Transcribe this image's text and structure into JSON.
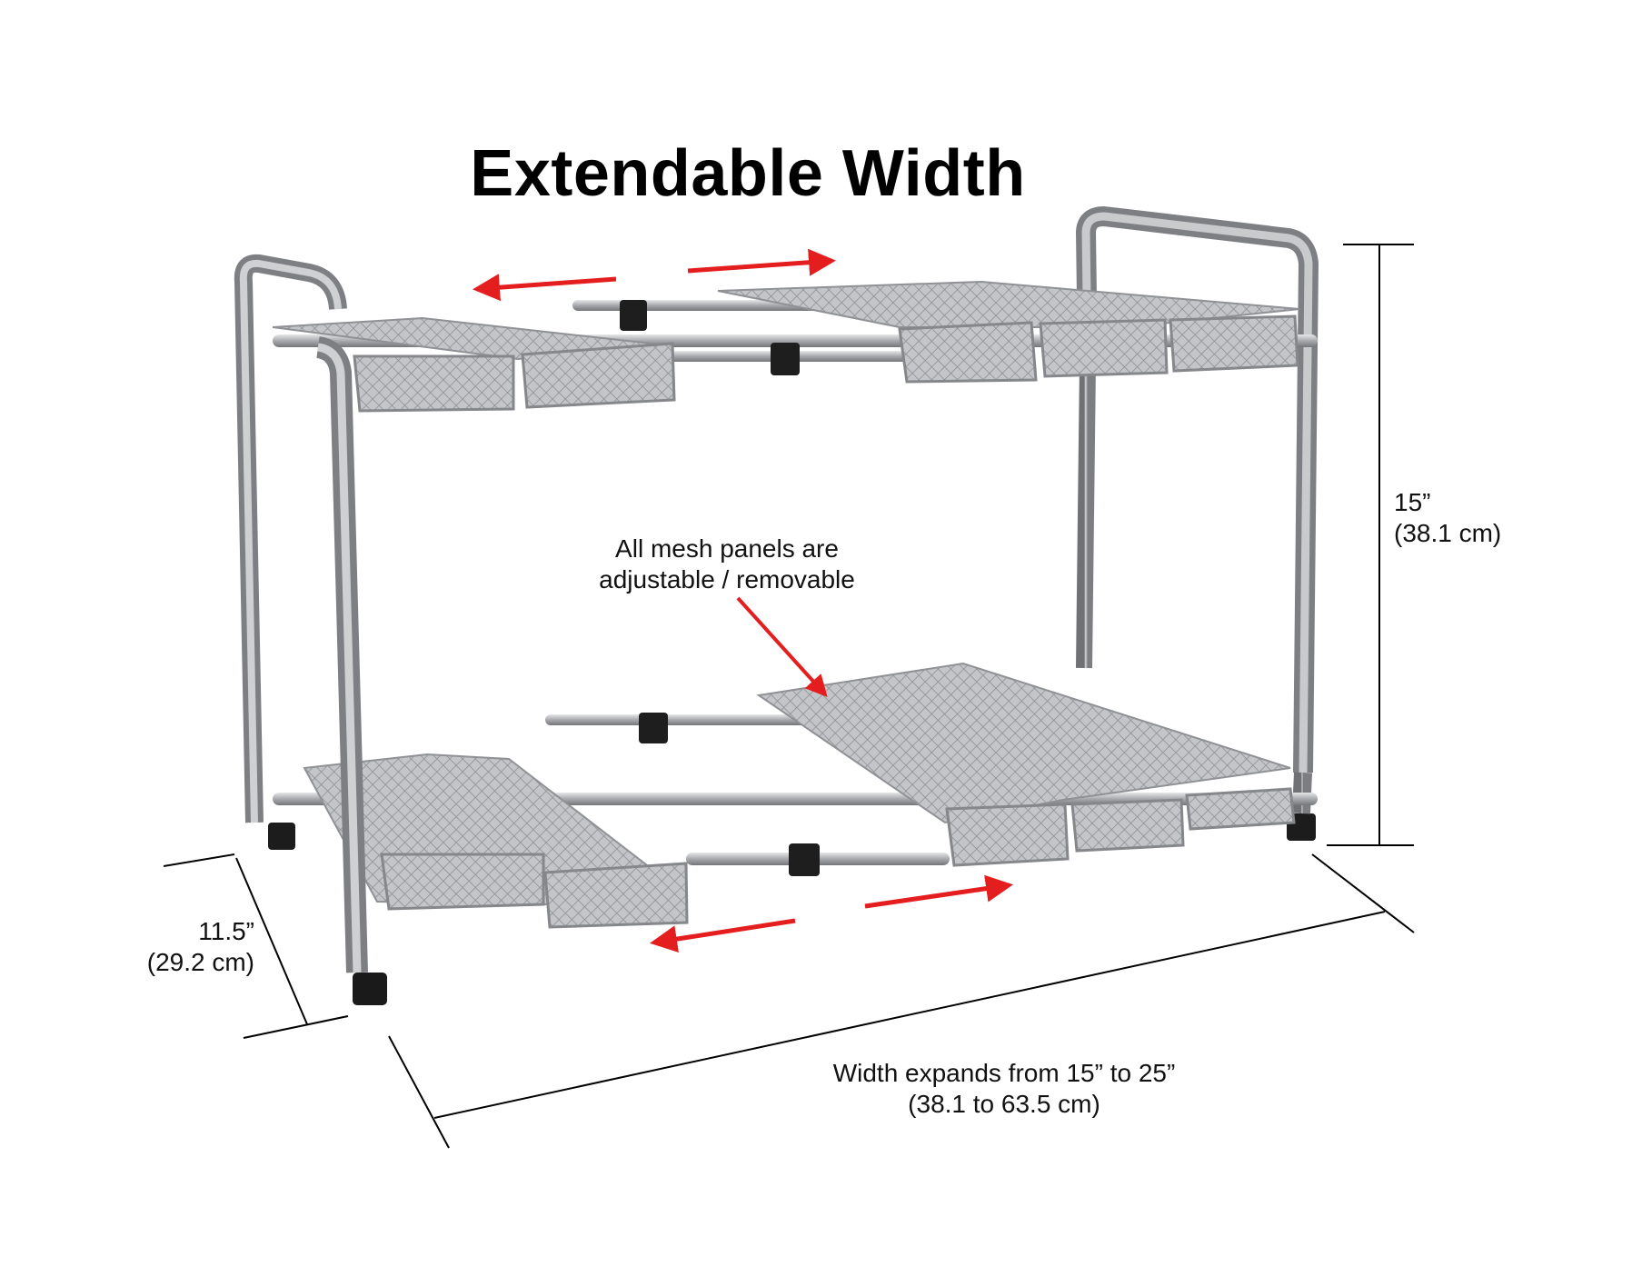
{
  "title": "Extendable Width",
  "annotations": {
    "height": {
      "line1": "15”",
      "line2": "(38.1 cm)"
    },
    "depth": {
      "line1": "11.5”",
      "line2": "(29.2 cm)"
    },
    "mesh": {
      "line1": "All mesh panels are",
      "line2": "adjustable / removable"
    },
    "width": {
      "line1": "Width expands from 15” to 25”",
      "line2": "(38.1 to 63.5 cm)"
    }
  },
  "colors": {
    "background": "#ffffff",
    "frame": "#a9abae",
    "frame_dark": "#6e7074",
    "mesh": "#b8babd",
    "arrow_red": "#e41e1e",
    "dimension_line": "#000000"
  }
}
